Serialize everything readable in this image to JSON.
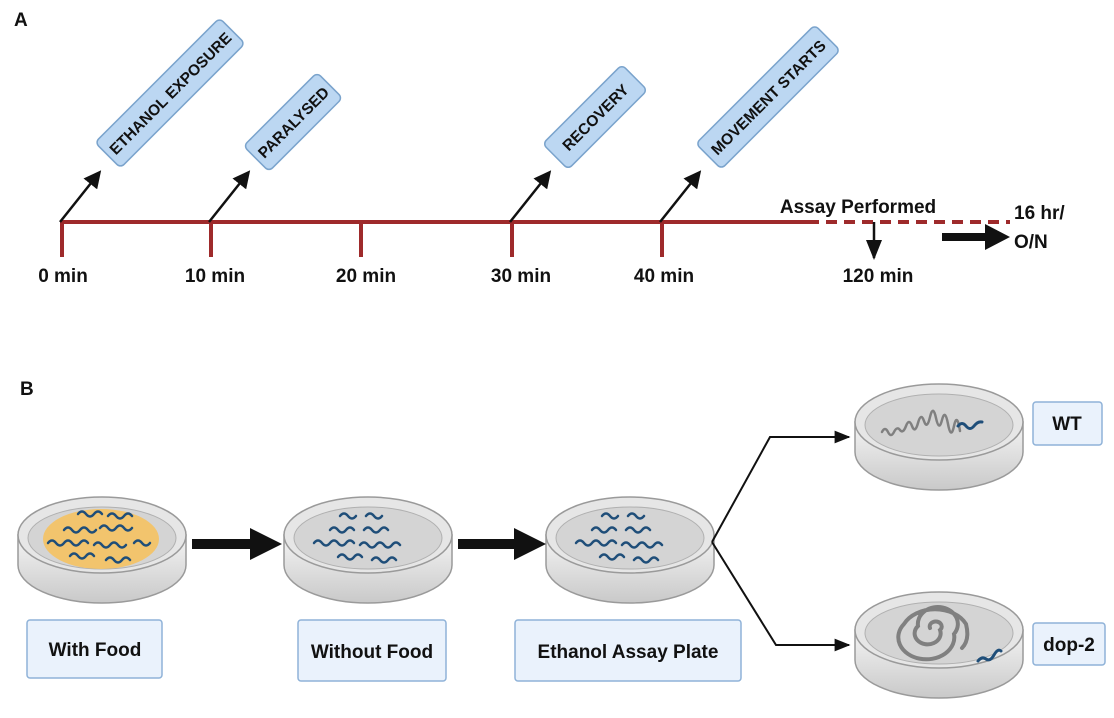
{
  "panel_a": {
    "letter": "A",
    "events": [
      {
        "label": "ETHANOL EXPOSURE"
      },
      {
        "label": "PARALYSED"
      },
      {
        "label": "RECOVERY"
      },
      {
        "label": "MOVEMENT STARTS"
      }
    ],
    "ticks": [
      "0 min",
      "10 min",
      "20 min",
      "30 min",
      "40 min"
    ],
    "assay_label": "Assay Performed",
    "assay_time": "120 min",
    "end_label_line1": "16 hr/",
    "end_label_line2": "O/N",
    "timeline_color": "#9e2a2b",
    "callout_fill": "#bcd7f2",
    "callout_border": "#7aa3cc"
  },
  "panel_b": {
    "letter": "B",
    "stages": [
      {
        "label": "With Food"
      },
      {
        "label": "Without Food"
      },
      {
        "label": "Ethanol Assay Plate"
      }
    ],
    "outcomes": [
      {
        "label": "WT"
      },
      {
        "label": "dop-2"
      }
    ],
    "food_color": "#f2c46d",
    "worm_color": "#1f4e79",
    "label_box_fill": "#eaf2fc",
    "label_box_border": "#8fb2d8"
  }
}
